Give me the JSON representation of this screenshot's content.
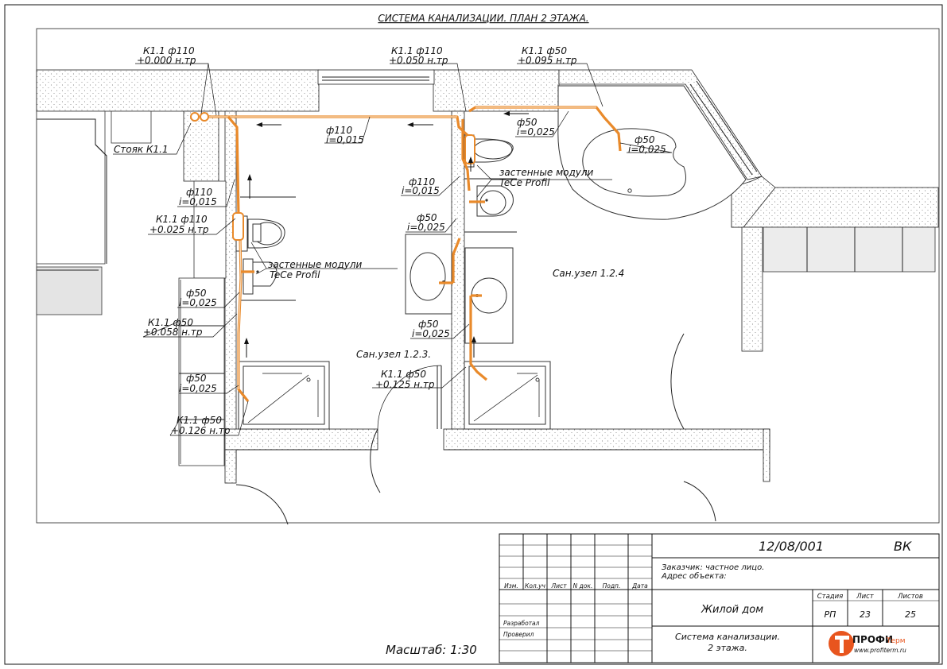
{
  "sheet_title": "СИСТЕМА КАНАЛИЗАЦИИ. ПЛАН 2 ЭТАЖА.",
  "labels": {
    "k11_110_000": [
      "К1.1 ф110",
      "+0.000 н.тр"
    ],
    "k11_110_050": [
      "К1.1 ф110",
      "+0.050 н.тр"
    ],
    "k11_50_095": [
      "К1.1 ф50",
      "+0.095 н.тр"
    ],
    "riser": "Стояк К1.1",
    "pipe_110_top": [
      "ф110",
      "i=0,015"
    ],
    "pipe_50_top": [
      "ф50",
      "i=0,025"
    ],
    "pipe_50_bath": [
      "ф50",
      "i=0,025"
    ],
    "modules_right": [
      "застенные модули",
      "TeCe Profil"
    ],
    "pipe_110_right": [
      "ф110",
      "i=0,015"
    ],
    "pipe_110_left": [
      "ф110",
      "i=0,015"
    ],
    "pipe_50_right_a": [
      "ф50",
      "i=0,025"
    ],
    "k11_110_025": [
      "К1.1 ф110",
      "+0.025 н.тр"
    ],
    "modules_left": [
      "застенные модули",
      "TeCe Profil"
    ],
    "room_124": "Сан.узел 1.2.4",
    "pipe_50_left_a": [
      "ф50",
      "i=0,025"
    ],
    "k11_50_058": [
      "К1.1 ф50",
      "+0.058 н.тр"
    ],
    "pipe_50_right_b": [
      "ф50",
      "i=0,025"
    ],
    "room_123": "Сан.узел 1.2.3.",
    "k11_50_125": [
      "К1.1 ф50",
      "+0.125 н.тр"
    ],
    "pipe_50_left_b": [
      "ф50",
      "i=0,025"
    ],
    "k11_50_126": [
      "К1.1 ф50",
      "+0.126 н.тр"
    ]
  },
  "scale": "Масштаб: 1:30",
  "title_block": {
    "code": "12/08/001",
    "section": "ВК",
    "customer": "Заказчик: частное лицо.",
    "address": "Адрес объекта:",
    "revision_headers": [
      "Изм.",
      "Кол.уч",
      "Лист",
      "N док.",
      "Подп.",
      "Дата"
    ],
    "developed": "Разработал",
    "checked": "Проверил",
    "building": "Жилой дом",
    "stage_header": "Стадия",
    "sheet_header": "Лист",
    "sheets_header": "Листов",
    "stage": "РП",
    "sheet": "23",
    "sheets": "25",
    "drawing_title": [
      "Система канализации.",
      "2 этажа."
    ],
    "logo_brand": "ПРОФИ",
    "logo_brand2": "Терм",
    "logo_url": "www.profiterm.ru"
  },
  "colors": {
    "pipe": "#e98a2b",
    "logo_orange": "#e8551e",
    "logo_red": "#c0392b",
    "frame": "#111111"
  }
}
